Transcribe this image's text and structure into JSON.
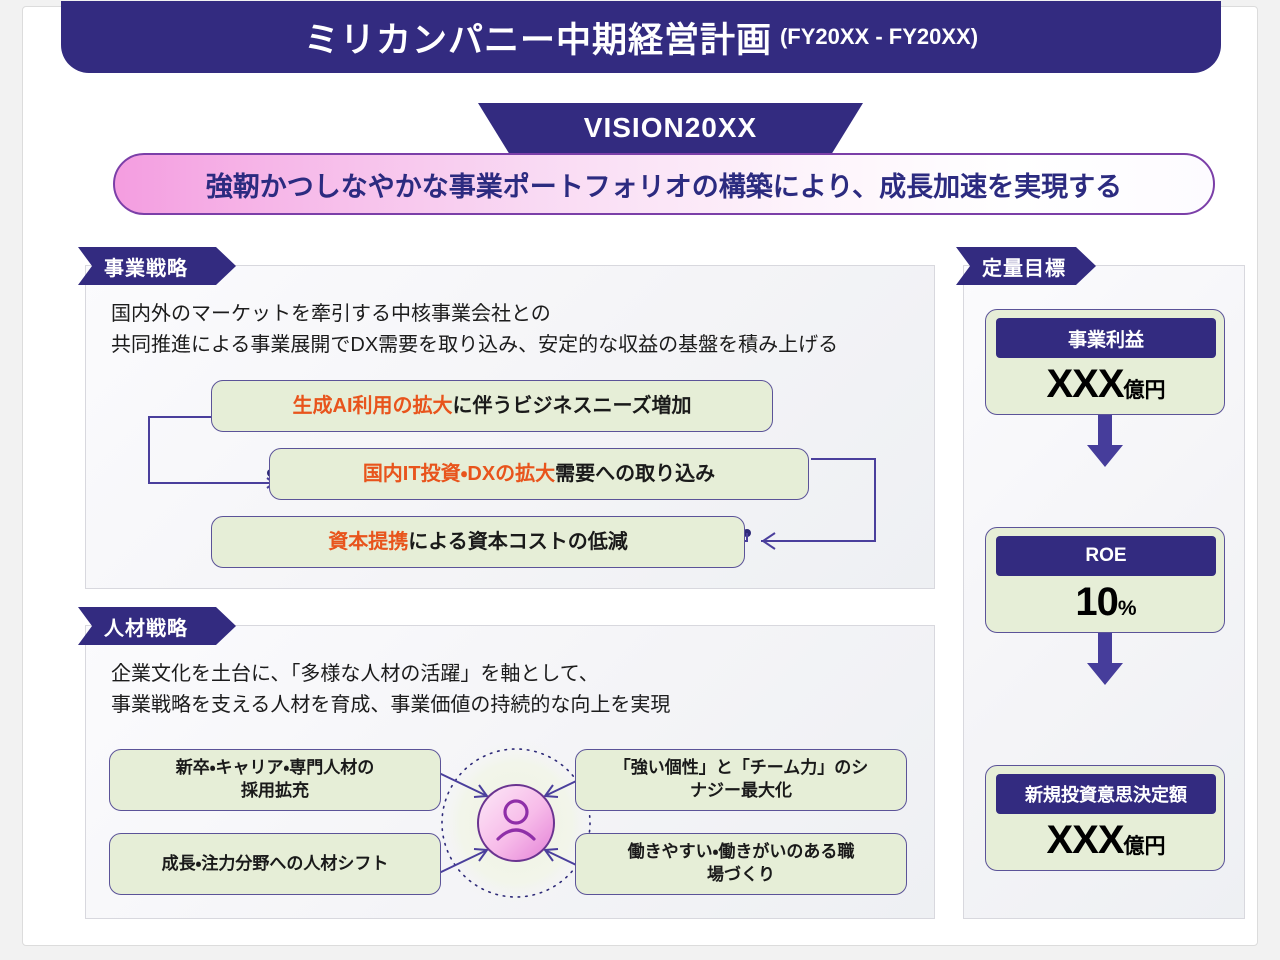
{
  "header": {
    "title_main": "ミリカンパニー中期経営計画",
    "title_sub": "(FY20XX - FY20XX)",
    "bg_color": "#332b80"
  },
  "vision": {
    "tab_label": "VISION20XX",
    "statement": "強靭かつしなやかな事業ポートフォリオの構築により、成長加速を実現する",
    "gradient_from": "#f49de0",
    "gradient_to": "#ffffff",
    "border_color": "#7b3fa8",
    "text_color": "#2c2b80"
  },
  "business_strategy": {
    "label": "事業戦略",
    "lead_line1": "国内外のマーケットを牽引する中核事業会社との",
    "lead_line2": "共同推進による事業展開でDX需要を取り込み、安定的な収益の基盤を積み上げる",
    "boxes": [
      {
        "highlight": "生成AI利用の拡大",
        "rest": "に伴うビジネスニーズ増加"
      },
      {
        "highlight": "国内IT投資・DXの拡大",
        "rest": "需要への取り込み"
      },
      {
        "highlight": "資本提携",
        "rest": "による資本コストの低減"
      }
    ],
    "box_fill": "#e6eed7",
    "box_border": "#5b5398",
    "highlight_color": "#e8541c"
  },
  "talent_strategy": {
    "label": "人材戦略",
    "lead_line1": "企業文化を土台に、「多様な人材の活躍」を軸として、",
    "lead_line2": "事業戦略を支える人材を育成、事業価値の持続的な向上を実現",
    "boxes": [
      {
        "line1": "新卒・キャリア・専門人材の",
        "line2": "採用拡充"
      },
      {
        "line1": "成長・注力分野への人材シフト",
        "line2": ""
      },
      {
        "line1": "「強い個性」と「チーム力」のシ",
        "line2": "ナジー最大化"
      },
      {
        "line1": "働きやすい・働きがいのある職",
        "line2": "場づくり"
      }
    ],
    "hub_icon": "person-icon",
    "hub_gradient_from": "#fbd8f2",
    "hub_gradient_to": "#e87fd8"
  },
  "quantitative_targets": {
    "label": "定量目標",
    "cards": [
      {
        "head": "事業利益",
        "value": "XXX",
        "unit": "億円"
      },
      {
        "head": "ROE",
        "value": "10",
        "unit": "%"
      },
      {
        "head": "新規投資意思決定額",
        "value": "XXX",
        "unit": "億円"
      }
    ],
    "head_color": "#332b80",
    "card_fill": "#e6eed7",
    "arrow_color": "#4a3f9c"
  }
}
